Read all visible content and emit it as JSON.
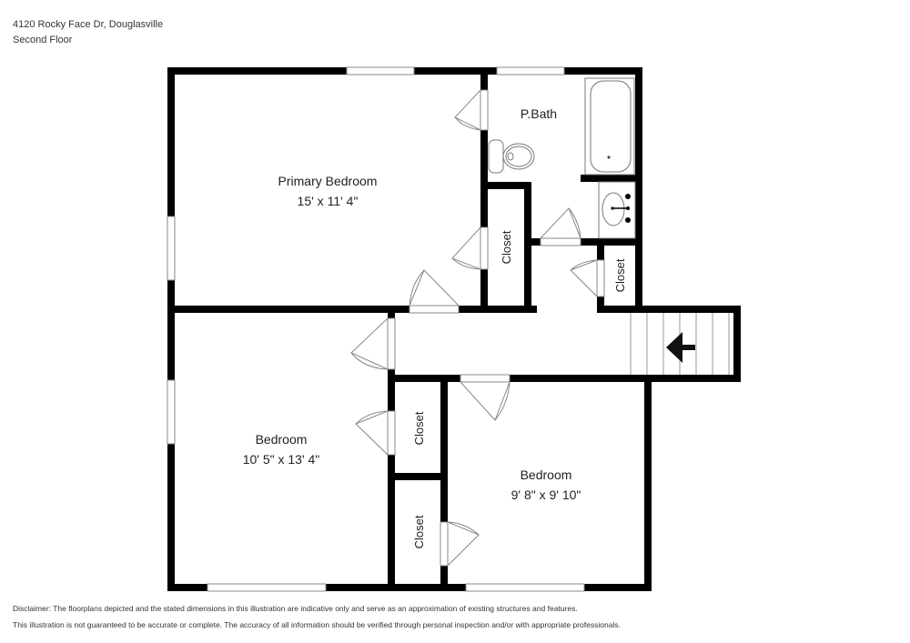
{
  "header": {
    "address": "4120 Rocky Face Dr, Douglasville",
    "floor": "Second Floor"
  },
  "rooms": {
    "primary_bedroom": {
      "name": "Primary Bedroom",
      "dimensions": "15' x 11' 4\""
    },
    "primary_bath": {
      "name": "P.Bath"
    },
    "bedroom_2": {
      "name": "Bedroom",
      "dimensions": "10' 5\" x 13' 4\""
    },
    "bedroom_3": {
      "name": "Bedroom",
      "dimensions": "9' 8\" x 9' 10\""
    },
    "closet_primary": {
      "name": "Closet"
    },
    "closet_hall": {
      "name": "Closet"
    },
    "closet_bed2": {
      "name": "Closet"
    },
    "closet_bed3": {
      "name": "Closet"
    }
  },
  "stairs": {
    "direction_icon": "arrow-left-icon"
  },
  "disclaimer": {
    "line1": "Disclaimer: The floorplans depicted and the stated dimensions in this illustration are indicative only and serve as an approximation of existing structures and features.",
    "line2": "This illustration is not guaranteed to be accurate or complete. The accuracy of all information should be verified through personal inspection and/or with appropriate professionals."
  },
  "colors": {
    "wall": "#000000",
    "fixture": "#777777",
    "background": "#ffffff"
  }
}
